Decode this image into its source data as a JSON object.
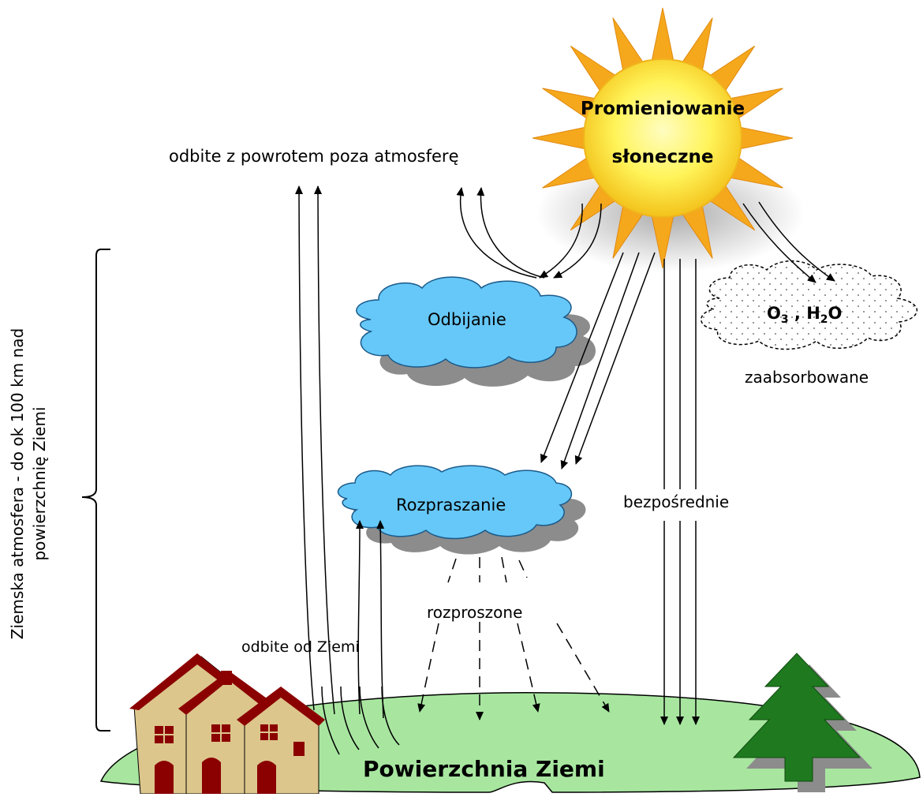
{
  "diagram": {
    "sun_label_line1": "Promieniowanie",
    "sun_label_line2": "słoneczne",
    "reflected_back_label": "odbite z powrotem poza atmosferę",
    "reflection_cloud_label": "Odbijanie",
    "scattering_cloud_label": "Rozpraszanie",
    "absorption_cloud_gas1": "O",
    "absorption_cloud_gas1_sub": "3",
    "absorption_cloud_separator": " , ",
    "absorption_cloud_gas2a": "H",
    "absorption_cloud_gas2_sub": "2",
    "absorption_cloud_gas2b": "O",
    "absorbed_label": "zaabsorbowane",
    "direct_label": "bezpośrednie",
    "scattered_label": "rozproszone",
    "earth_reflected_label": "odbite od Ziemi",
    "ground_label": "Powierzchnia Ziemi",
    "atmosphere_label_line1": "Ziemska atmosfera -  do ok 100 km nad",
    "atmosphere_label_line2": "powierzchnię Ziemi"
  },
  "colors": {
    "sun_core": "#fff45a",
    "sun_rays": "#f6a81c",
    "cloud_blue": "#66c8f8",
    "cloud_shadow": "#8c8c8c",
    "ground_green": "#a8e6a0",
    "house_wall": "#dcc68c",
    "house_roof": "#8b0000",
    "tree_green": "#1f7a1f"
  }
}
